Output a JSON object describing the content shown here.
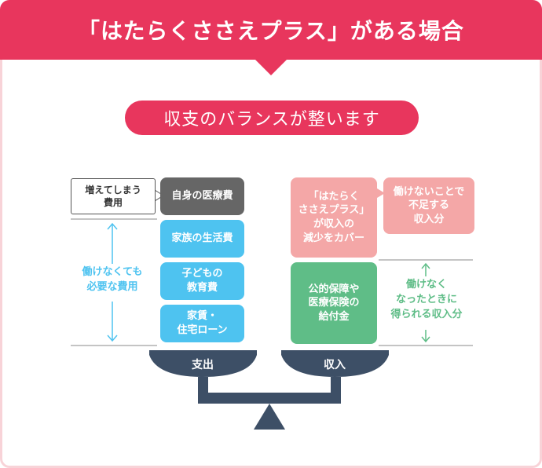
{
  "header": {
    "title": "「はたらくささえプラス」がある場合"
  },
  "subtitle": "収支のバランスが整います",
  "expense": {
    "callout": "増えてしまう\n費用",
    "side_label": "働けなくても\n必要な費用",
    "items": [
      "自身の医療費",
      "家族の生活費",
      "子どもの\n教育費",
      "家賃・\n住宅ローン"
    ],
    "pan_label": "支出"
  },
  "income": {
    "plus_box": "「はたらく\nささえプラス」\nが収入の\n減少をカバー",
    "shortfall_box": "働けないことで\n不足する\n収入分",
    "public_box": "公的保障や\n医療保険の\n給付金",
    "side_label": "働けなく\nなったときに\n得られる収入分",
    "pan_label": "収入"
  },
  "colors": {
    "brand": "#e8365d",
    "expense_blue": "#4ec3f0",
    "dark_gray": "#666666",
    "pink": "#f4a7a7",
    "green": "#5fbd87",
    "scale": "#3d4f66"
  }
}
